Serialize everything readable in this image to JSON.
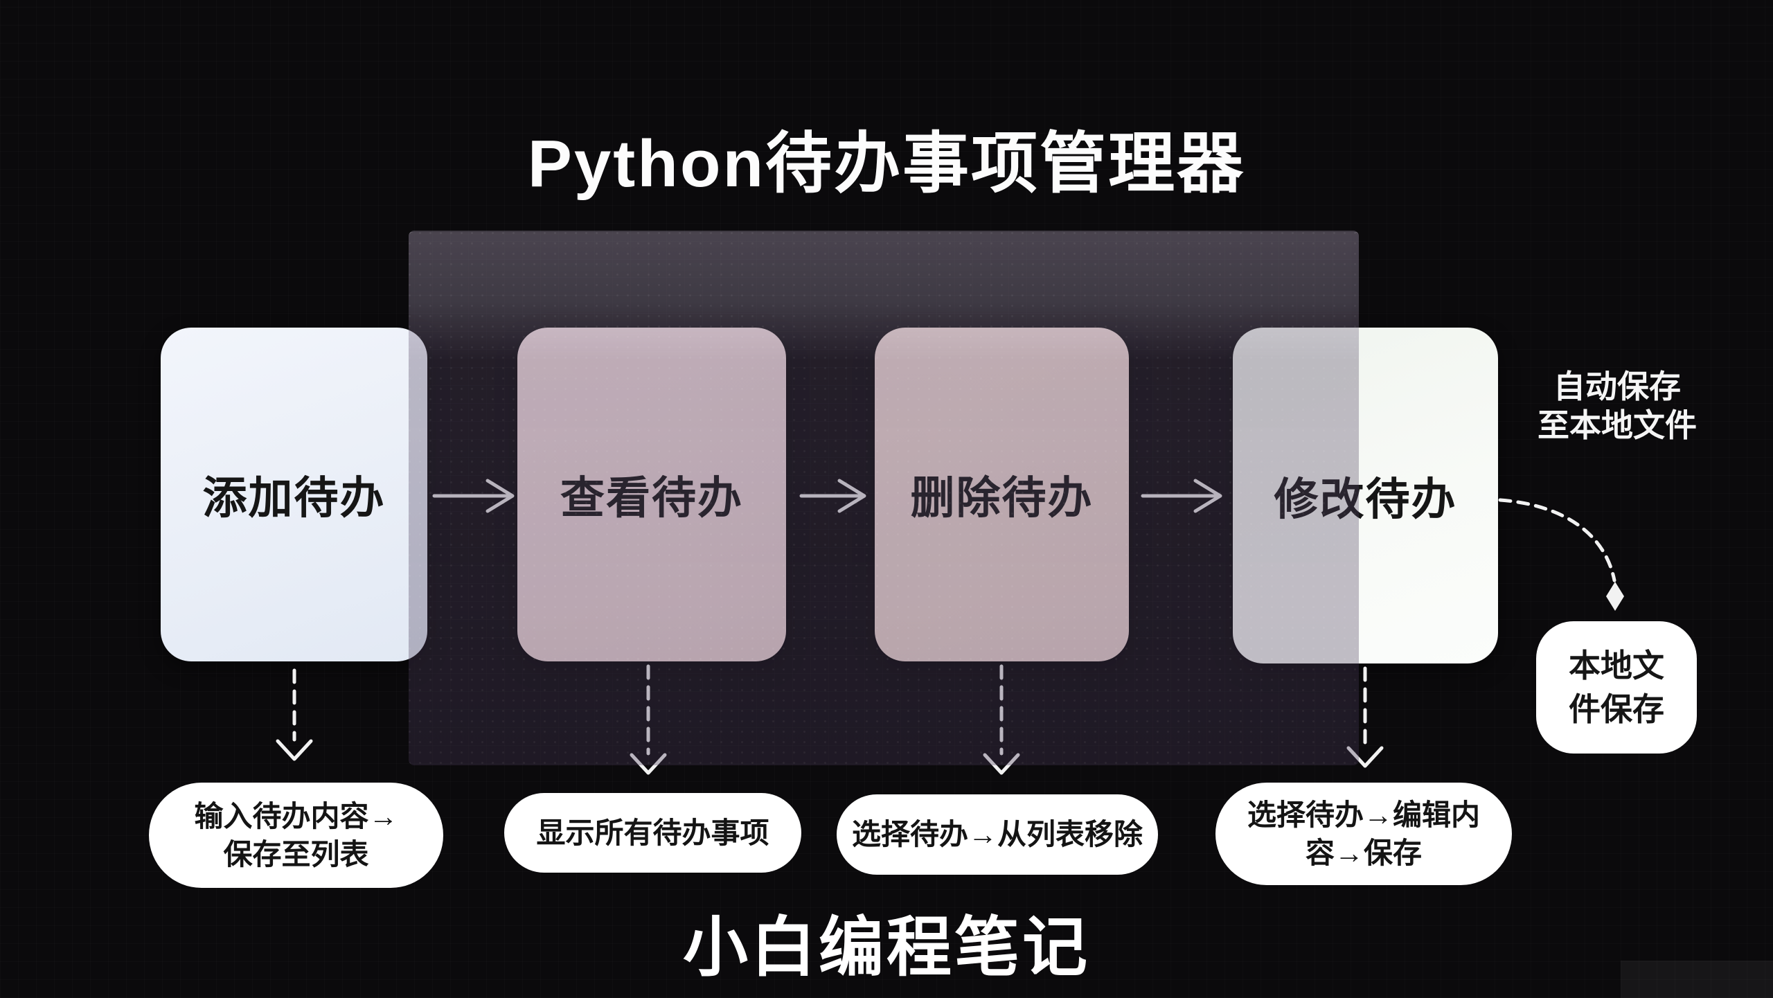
{
  "title": "Python待办事项管理器",
  "flow": {
    "steps": [
      {
        "label": "添加待办",
        "note": "输入待办内容→保存至列表"
      },
      {
        "label": "查看待办",
        "note": "显示所有待办事项"
      },
      {
        "label": "删除待办",
        "note": "选择待办→从列表移除"
      },
      {
        "label": "修改待办",
        "note": "选择待办→编辑内容→保存"
      }
    ]
  },
  "side": {
    "annotation_lines": [
      "自动保存",
      "至本地文件"
    ],
    "result_box_label": "本地文件保存"
  },
  "footer": {
    "watermark": "小白编程笔记"
  },
  "icons": {
    "step_arrow": "→",
    "down_arrow": "dashed-chevron-down",
    "save_path_arrow": "curved-dashed-diamond"
  },
  "colors": {
    "background": "#0b0a0c",
    "panel_tint": "#4a4254",
    "box_add": "#edf1f8",
    "box_view": "#f3dee0",
    "box_delete": "#f3ded9",
    "box_edit": "#f2f6f1",
    "pill_background": "#ffffff",
    "text_dark": "#161616",
    "text_light": "#f8f8f8",
    "arrow": "#ededed"
  }
}
